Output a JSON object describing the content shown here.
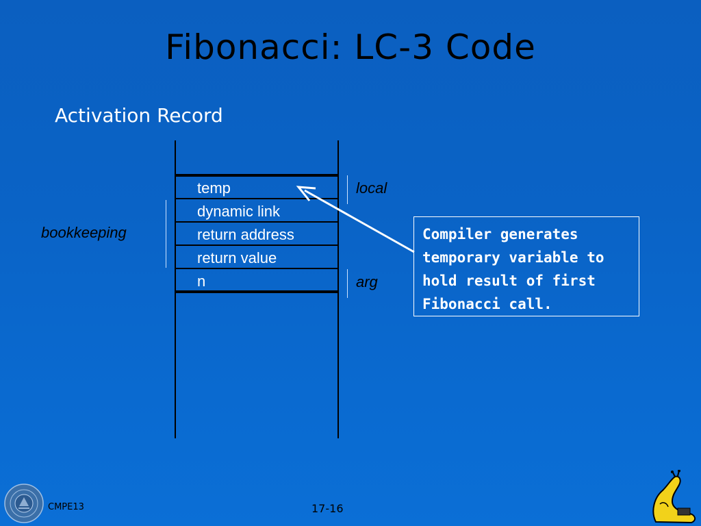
{
  "slide": {
    "title": "Fibonacci: LC-3 Code",
    "subtitle": "Activation Record",
    "footer_course": "CMPE13",
    "footer_page": "17-16"
  },
  "stack": {
    "rows": [
      "temp",
      "dynamic link",
      "return address",
      "return value",
      "n"
    ]
  },
  "labels": {
    "local": "local",
    "bookkeeping": "bookkeeping",
    "arg": "arg"
  },
  "callout": {
    "lines": [
      "Compiler generates",
      "temporary variable to",
      "hold result of first",
      "Fibonacci call."
    ]
  },
  "colors": {
    "background": "#0a63c6",
    "text_dark": "#000000",
    "text_light": "#ffffff"
  },
  "icons": {
    "seal": "university-seal-icon",
    "mascot": "banana-slug-mascot-icon"
  }
}
